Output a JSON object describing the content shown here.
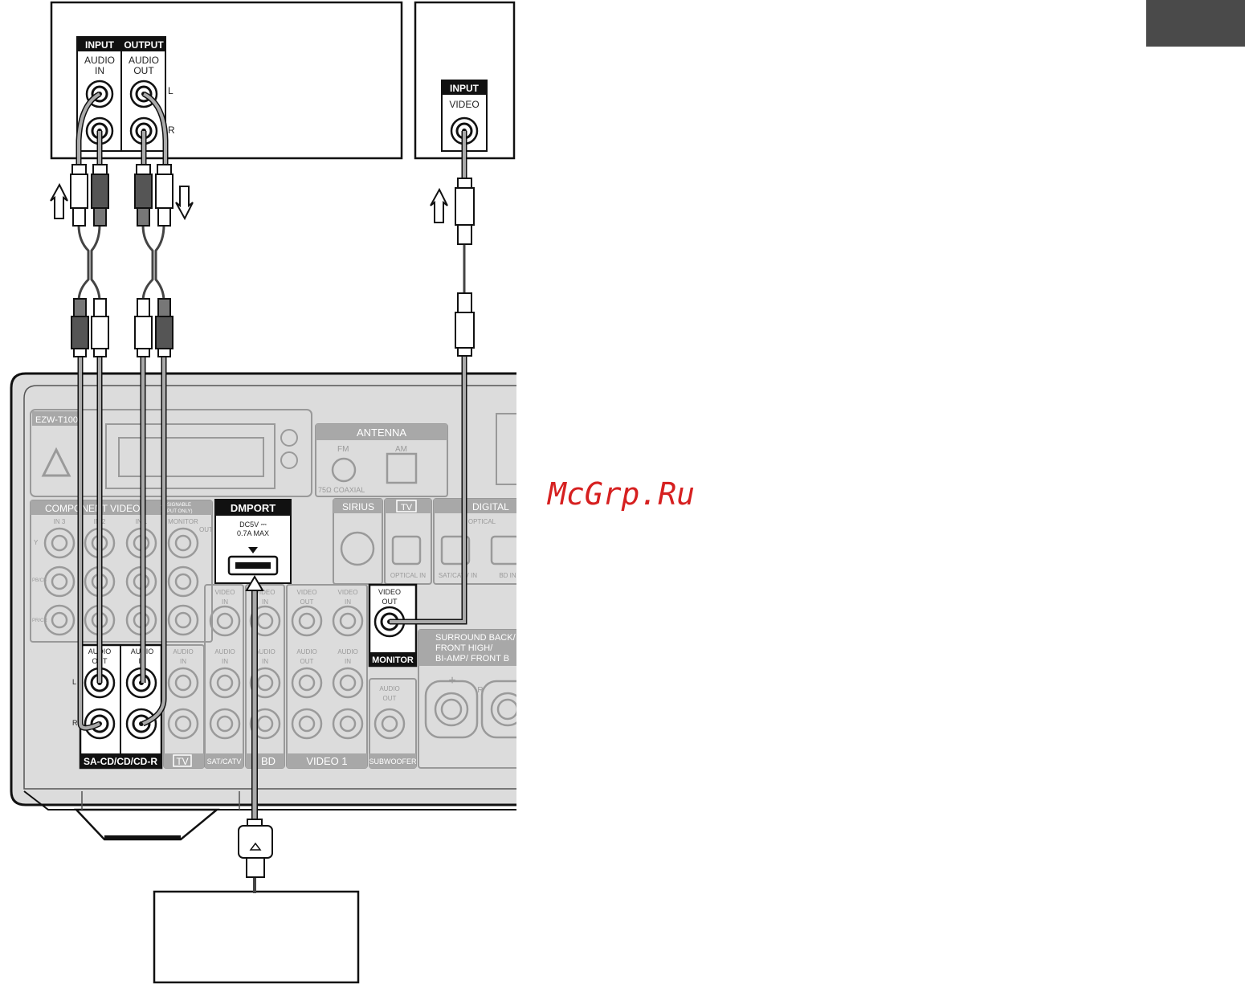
{
  "watermark": "McGrp.Ru",
  "cd_recorder": {
    "input_header": "INPUT",
    "output_header": "OUTPUT",
    "audio_in": [
      "AUDIO",
      "IN"
    ],
    "audio_out": [
      "AUDIO",
      "OUT"
    ],
    "left": "L",
    "right": "R"
  },
  "tv_monitor": {
    "input_header": "INPUT",
    "video": "VIDEO"
  },
  "receiver": {
    "model": "EZW-T100",
    "antenna": "ANTENNA",
    "fm": "FM",
    "am": "AM",
    "coaxial": "75Ω  COAXIAL",
    "component_video": "COMPONENT VIDEO",
    "assignable": [
      "ASSIGNABLE",
      "(INPUT ONLY)"
    ],
    "monitor": "MONITOR",
    "in3": "IN 3",
    "in2": "IN 2",
    "in1": "IN 1",
    "out": "OUT",
    "y": "Y",
    "pb": "PB/CB",
    "pr": "PR/CR",
    "dmport": "DMPORT",
    "dmport_spec1": "DC5V ⎓",
    "dmport_spec2": "0.7A MAX",
    "sirius": "SIRIUS",
    "tv": "TV",
    "digital": "DIGITAL",
    "optical": "OPTICAL",
    "optical_in": "OPTICAL IN",
    "sat_catv_in": "SAT/CATV IN",
    "bd_in": "BD IN",
    "video_out": [
      "VIDEO",
      "OUT"
    ],
    "video_in": [
      "VIDEO",
      "IN"
    ],
    "audio_out": [
      "AUDIO",
      "OUT"
    ],
    "audio_in": [
      "AUDIO",
      "IN"
    ],
    "monitor_box": "MONITOR",
    "surround": [
      "SURROUND BACK/",
      "FRONT HIGH/",
      "BI-AMP/ FRONT B"
    ],
    "plus": "+",
    "minus": "–",
    "r_mark": "R",
    "group_sacd": "SA-CD/CD/CD-R",
    "group_tv": "TV",
    "group_sat": "SAT/CATV",
    "group_bd": "BD",
    "group_video1": "VIDEO 1",
    "group_sub": "SUBWOOFER",
    "left": "L",
    "right": "R"
  }
}
